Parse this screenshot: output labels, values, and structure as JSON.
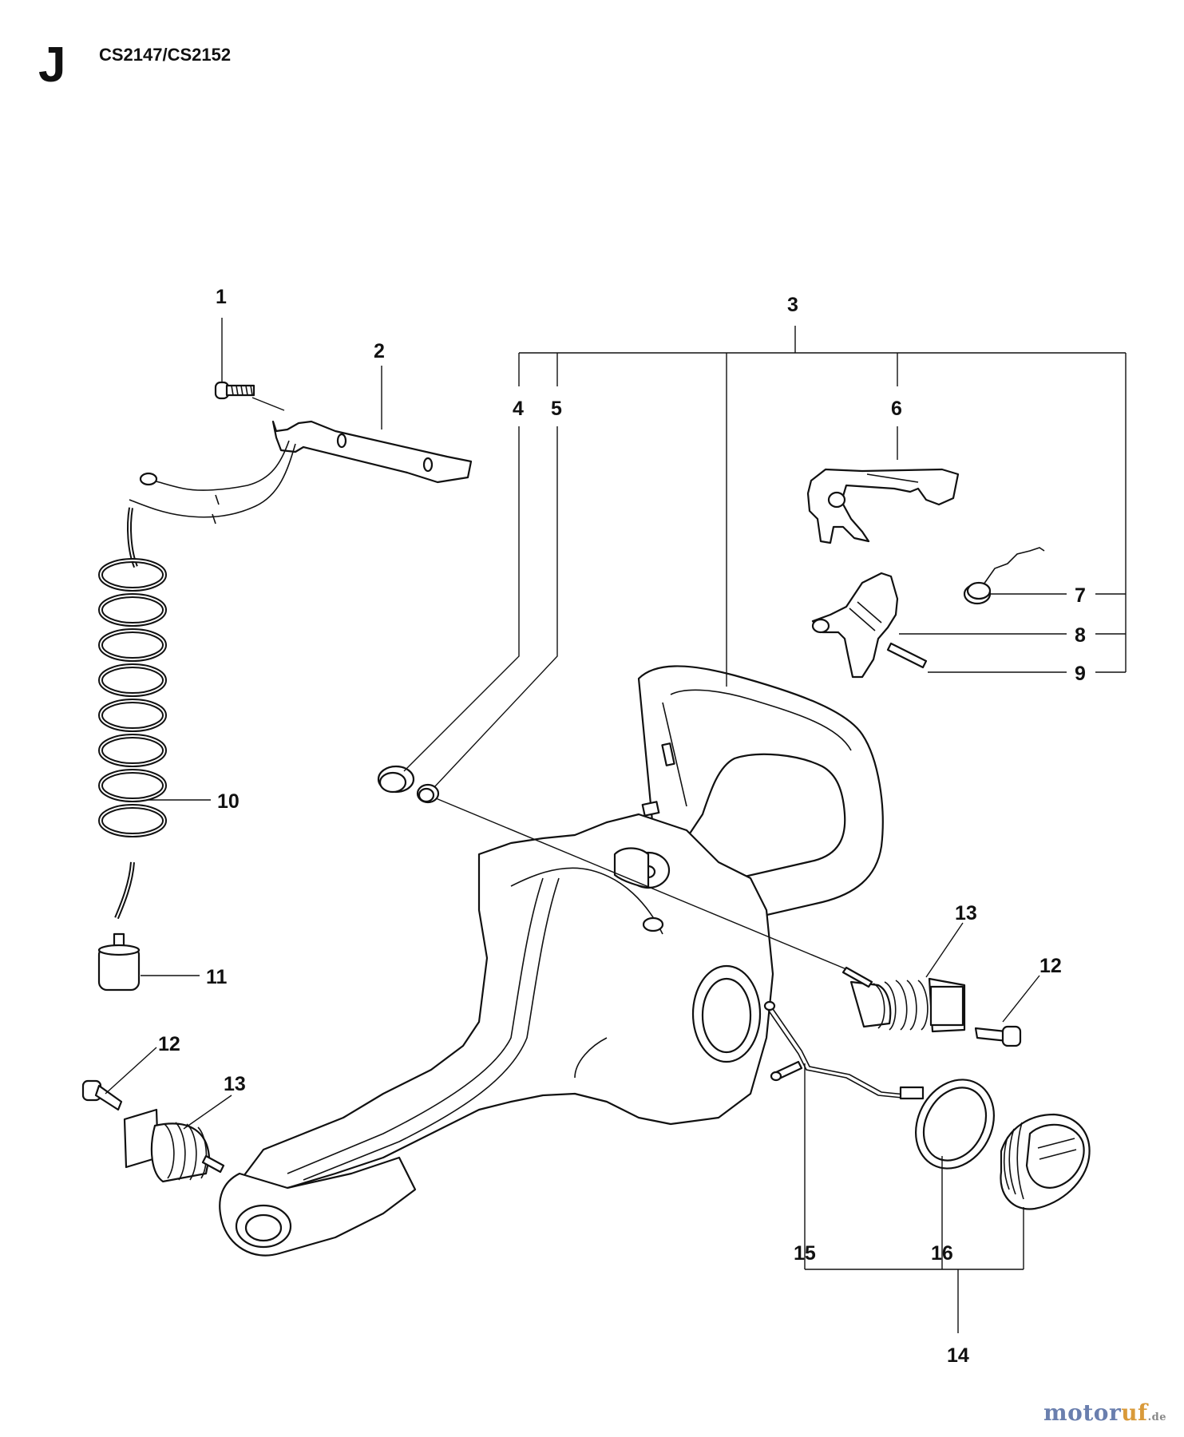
{
  "header": {
    "section_letter": "J",
    "model": "CS2147/CS2152"
  },
  "callouts": [
    {
      "id": "1",
      "label": "1"
    },
    {
      "id": "2",
      "label": "2"
    },
    {
      "id": "3",
      "label": "3"
    },
    {
      "id": "4",
      "label": "4"
    },
    {
      "id": "5",
      "label": "5"
    },
    {
      "id": "6",
      "label": "6"
    },
    {
      "id": "7",
      "label": "7"
    },
    {
      "id": "8",
      "label": "8"
    },
    {
      "id": "9",
      "label": "9"
    },
    {
      "id": "10",
      "label": "10"
    },
    {
      "id": "11",
      "label": "11"
    },
    {
      "id": "12a",
      "label": "12"
    },
    {
      "id": "12b",
      "label": "12"
    },
    {
      "id": "13a",
      "label": "13"
    },
    {
      "id": "13b",
      "label": "13"
    },
    {
      "id": "14",
      "label": "14"
    },
    {
      "id": "15",
      "label": "15"
    },
    {
      "id": "16",
      "label": "16"
    }
  ],
  "watermark": {
    "main": "motor",
    "accent": "uf",
    "tld": ".de"
  },
  "colors": {
    "line": "#111111",
    "background": "#ffffff",
    "watermark_blue": "#6a7fae",
    "watermark_orange": "#d99a3a"
  }
}
